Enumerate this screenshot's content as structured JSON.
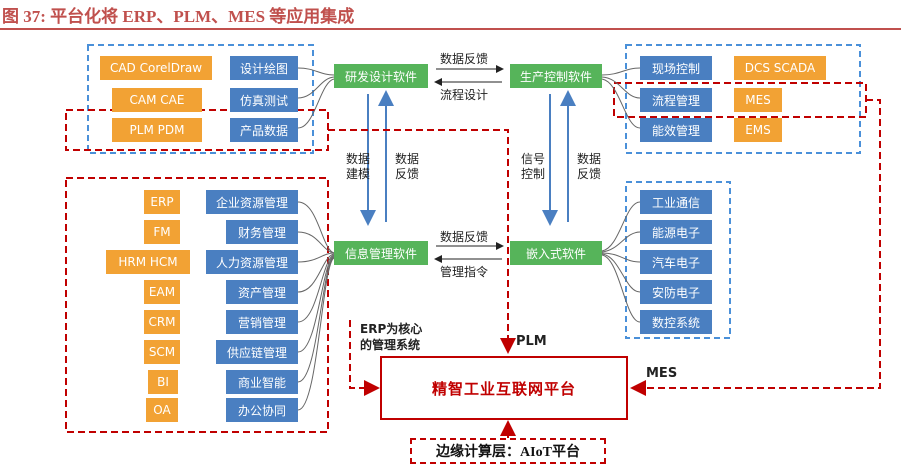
{
  "title": "图 37:  平台化将 ERP、PLM、MES 等应用集成",
  "top_left": {
    "orange": [
      "CAD CorelDraw",
      "CAM  CAE",
      "PLM  PDM"
    ],
    "blue": [
      "设计绘图",
      "仿真测试",
      "产品数据"
    ]
  },
  "top_right": {
    "blue": [
      "现场控制",
      "流程管理",
      "能效管理"
    ],
    "orange": [
      "DCS  SCADA",
      "MES",
      "EMS"
    ]
  },
  "left": {
    "orange": [
      "ERP",
      "FM",
      "HRM   HCM",
      "EAM",
      "CRM",
      "SCM",
      "BI",
      "OA"
    ],
    "blue": [
      "企业资源管理",
      "财务管理",
      "人力资源管理",
      "资产管理",
      "营销管理",
      "供应链管理",
      "商业智能",
      "办公协同"
    ]
  },
  "right_bottom": {
    "blue": [
      "工业通信",
      "能源电子",
      "汽车电子",
      "安防电子",
      "数控系统"
    ]
  },
  "center": {
    "rd": "研发设计软件",
    "prod": "生产控制软件",
    "info": "信息管理软件",
    "embedded": "嵌入式软件"
  },
  "edge_labels": {
    "top_upper": "数据反馈",
    "top_lower": "流程设计",
    "bottom_upper": "数据反馈",
    "bottom_lower": "管理指令",
    "v1": "数据建模",
    "v2": "数据反馈",
    "v3": "信号控制",
    "v4": "数据反馈"
  },
  "annotations": {
    "erp_core": [
      "ERP为核心",
      "的管理系统"
    ],
    "plm": "PLM",
    "mes": "MES"
  },
  "platform": "精智工业互联网平台",
  "edge_layer": "边缘计算层：AIoT平台",
  "colors": {
    "orange": "#f2a234",
    "blue": "#4a7fc1",
    "green": "#56b45a",
    "red": "#c00000",
    "dashed_blue": "#4a90d9"
  }
}
